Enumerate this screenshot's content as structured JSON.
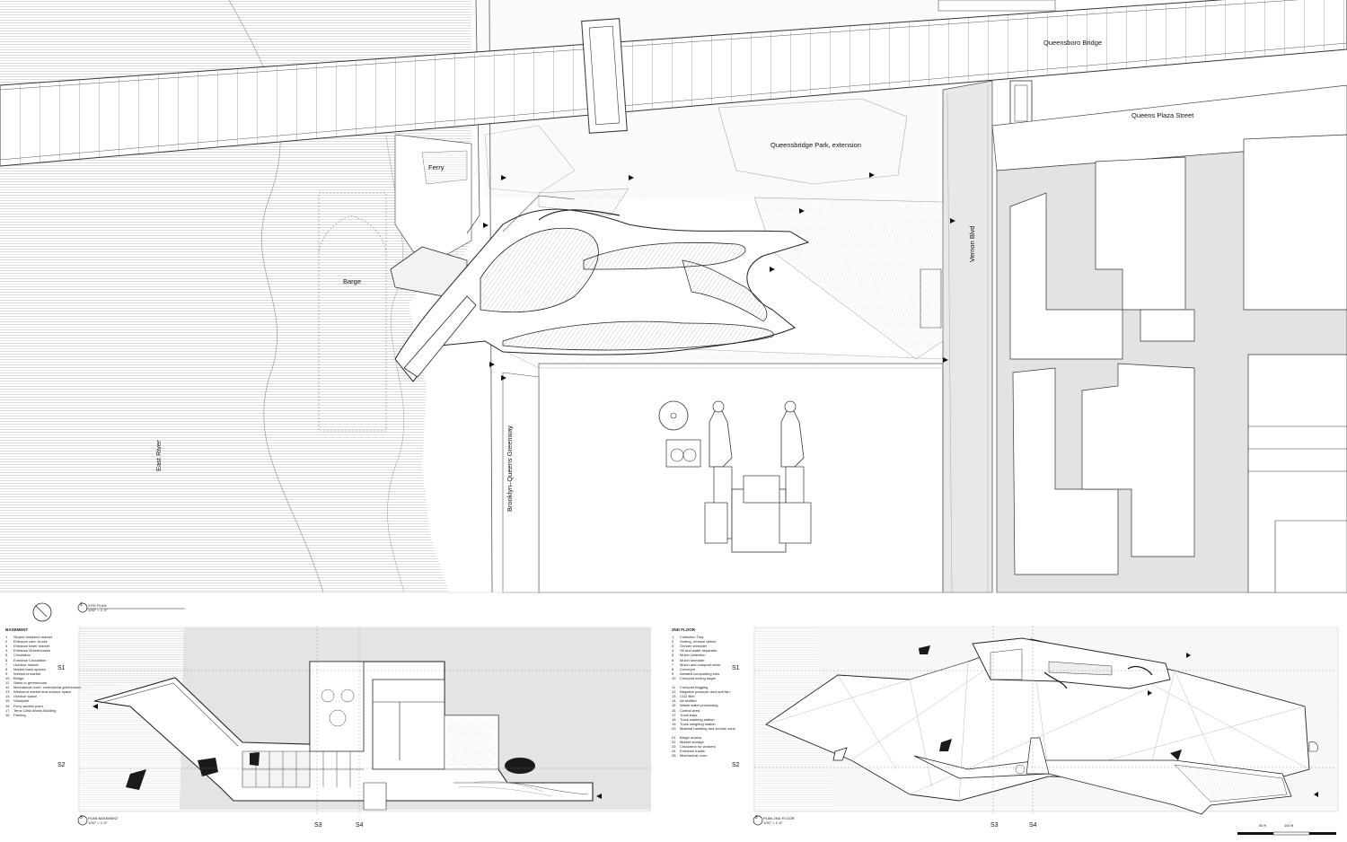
{
  "site_plan": {
    "labels": {
      "queensboro_bridge": "Queensboro Bridge",
      "queens_plaza_street": "Queens Plaza Street",
      "queensbridge_park": "Queensbridge Park, extension",
      "ferry": "Ferry",
      "barge": "Barge",
      "east_river": "East River",
      "vernon_blvd": "Vernon Blvd",
      "greenway": "Brooklyn–Queens Greenway"
    },
    "title": {
      "number": "1",
      "name": "SITE PLAN",
      "scale": "1/32\" = 1'-0\""
    }
  },
  "basement_plan": {
    "heading": "BASEMENT",
    "legend": [
      [
        "1",
        "Sloped weekend market"
      ],
      [
        "2",
        "Entrance cars, trucks"
      ],
      [
        "3",
        "Entrance lower market"
      ],
      [
        "4",
        "Entrance Greenhouses"
      ],
      [
        "5",
        "Circulation"
      ],
      [
        "6",
        "Entrance Circulation"
      ],
      [
        "7",
        "Outdoor market"
      ],
      [
        "8",
        "Market track spaces"
      ],
      [
        "9",
        "Weekend market"
      ],
      [
        "10",
        "Bridge"
      ],
      [
        "11",
        "Stairs to greenhouse"
      ],
      [
        "12",
        "Mechanical room, commercial greenhouse"
      ],
      [
        "13",
        "Weekend market and outdoor space"
      ],
      [
        "14",
        "Outdoor space"
      ],
      [
        "15",
        "Viewpoint"
      ],
      [
        "16",
        "Ferry access point"
      ],
      [
        "17",
        "Terra Cotta Works Building"
      ],
      [
        "18",
        "Parking"
      ]
    ],
    "title": {
      "number": "3",
      "name": "PLAN BASEMENT",
      "scale": "1/32\" = 1'-0\""
    },
    "section_marks": [
      "S1",
      "S2",
      "S3",
      "S4"
    ]
  },
  "second_floor_plan": {
    "heading": "2ND FLOOR",
    "legend_groups": [
      [
        [
          "1",
          "Collection Tray"
        ],
        [
          "2",
          "Sorting, remove debris"
        ],
        [
          "3",
          "Grinder shredder"
        ],
        [
          "4",
          "Oil and water separator"
        ],
        [
          "5",
          "Mulch collection"
        ],
        [
          "6",
          "Mulch shredder"
        ],
        [
          "7",
          "Mulch and compost mixer"
        ],
        [
          "8",
          "Conveyor"
        ],
        [
          "9",
          "Aerated composting bins"
        ],
        [
          "10",
          "Compost mixing auger"
        ]
      ],
      [
        [
          "11",
          "Compost bagging"
        ],
        [
          "12",
          "Negative pressure duct and fan"
        ],
        [
          "13",
          "CO2 filter"
        ],
        [
          "14",
          "Air biofilter"
        ],
        [
          "15",
          "Waste water processing"
        ],
        [
          "16",
          "Control area"
        ],
        [
          "17",
          "Truck bays"
        ],
        [
          "18",
          "Truck washing station"
        ],
        [
          "19",
          "Truck weighing station"
        ],
        [
          "20",
          "Material handling and service zone"
        ]
      ],
      [
        [
          "21",
          "Barge access"
        ],
        [
          "22",
          "Market storage"
        ],
        [
          "23",
          "Circulation for workers"
        ],
        [
          "24",
          "Entrance trucks"
        ],
        [
          "25",
          "Mechanical room"
        ]
      ]
    ],
    "title": {
      "number": "2",
      "name": "PLAN 2ND FLOOR",
      "scale": "1/32\" = 1'-0\""
    },
    "section_marks": [
      "S1",
      "S2",
      "S3",
      "S4"
    ]
  },
  "scale_bar": {
    "labels": [
      "50 ft",
      "100 ft"
    ]
  },
  "colors": {
    "line": "#333333",
    "light_line": "#9a9a9a",
    "fill_gray": "#e6e6e6",
    "water_hatch": "#b0b0b0",
    "dark": "#1a1a1a"
  }
}
